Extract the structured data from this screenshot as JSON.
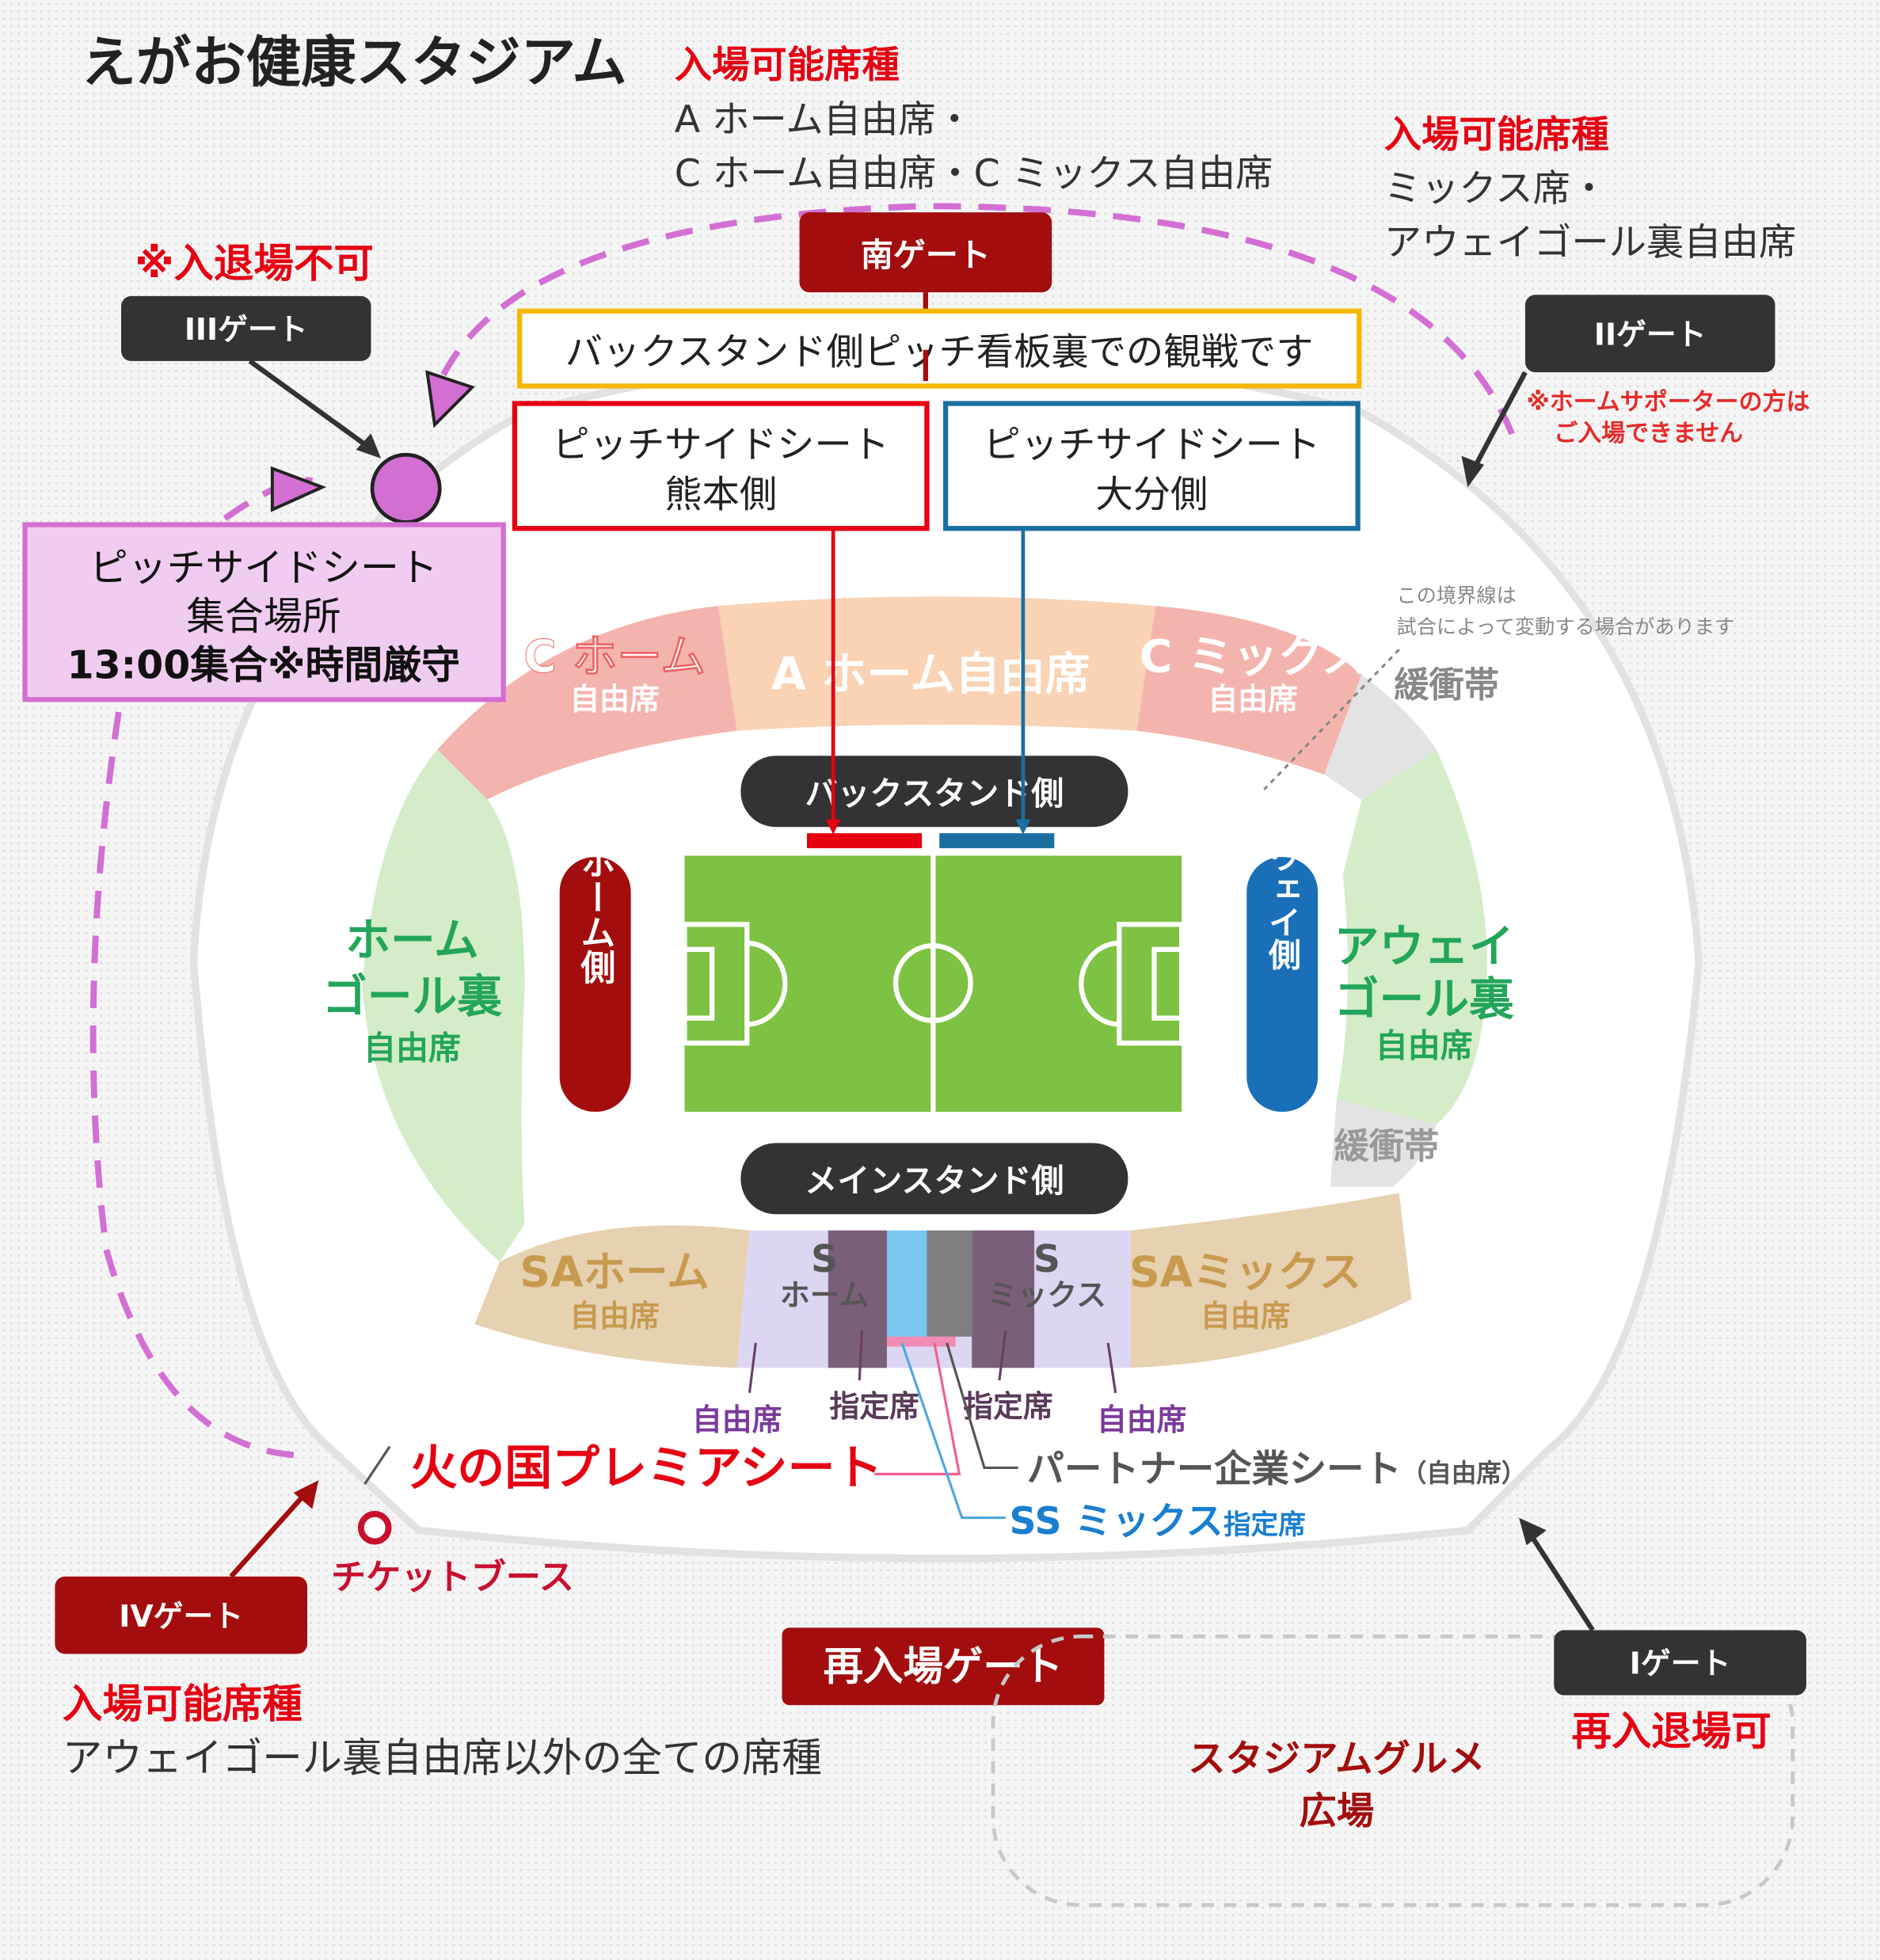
{
  "title": "えがお健康スタジアム",
  "colors": {
    "red": "#e60012",
    "darkred": "#a30d0d",
    "dark": "#333333",
    "blue": "#1a6fa0",
    "magenta": "#d36fd3",
    "yellow": "#f5b800",
    "field": "#7dc242"
  },
  "south_entry": {
    "label": "入場可能席種",
    "line1": "A ホーム自由席・",
    "line2": "C ホーム自由席・C ミックス自由席"
  },
  "east_entry": {
    "label": "入場可能席種",
    "line1": "ミックス席・",
    "line2": "アウェイゴール裏自由席"
  },
  "gates": {
    "south": "南ゲート",
    "g3": "IIIゲート",
    "g3_note": "※入退場不可",
    "g2": "IIゲート",
    "g2_note1": "※ホームサポーターの方は",
    "g2_note2": "ご入場できません",
    "g4": "IVゲート",
    "g4_label": "入場可能席種",
    "g4_text": "アウェイゴール裏自由席以外の全ての席種",
    "reentry": "再入場ゲート",
    "g1": "Iゲート",
    "g1_note": "再入退場可"
  },
  "callouts": {
    "backstand_note": "バックスタンド側ピッチ看板裏での観戦です",
    "pitchside_kumamoto": [
      "ピッチサイドシート",
      "熊本側"
    ],
    "pitchside_oita": [
      "ピッチサイドシート",
      "大分側"
    ],
    "meeting": [
      "ピッチサイドシート",
      "集合場所",
      "13:00集合※時間厳守"
    ]
  },
  "stadium": {
    "c_home": [
      "C ホーム",
      "自由席"
    ],
    "a_home": "A ホーム自由席",
    "c_mix": [
      "C ミックス",
      "自由席"
    ],
    "boundary_note": [
      "この境界線は",
      "試合によって変動する場合があります"
    ],
    "buffer": "緩衝帯",
    "back_stand": "バックスタンド側",
    "main_stand": "メインスタンド側",
    "home_side": "ホーム側",
    "away_side": "アウェイ側",
    "home_goal": [
      "ホーム",
      "ゴール裏",
      "自由席"
    ],
    "away_goal": [
      "アウェイ",
      "ゴール裏",
      "自由席"
    ],
    "sa_home": [
      "SAホーム",
      "自由席"
    ],
    "sa_mix": [
      "SAミックス",
      "自由席"
    ],
    "s_home": [
      "S",
      "ホーム"
    ],
    "s_mix": [
      "S",
      "ミックス"
    ],
    "free_seat": "自由席",
    "reserved_seat": "指定席",
    "premier": "火の国プレミアシート",
    "partner": "パートナー企業シート",
    "partner_sub": "（自由席）",
    "ss_mix": "SS ミックス",
    "ss_mix_sub": "指定席",
    "ticket_booth": "チケットブース",
    "gourmet": [
      "スタジアムグルメ",
      "広場"
    ]
  }
}
